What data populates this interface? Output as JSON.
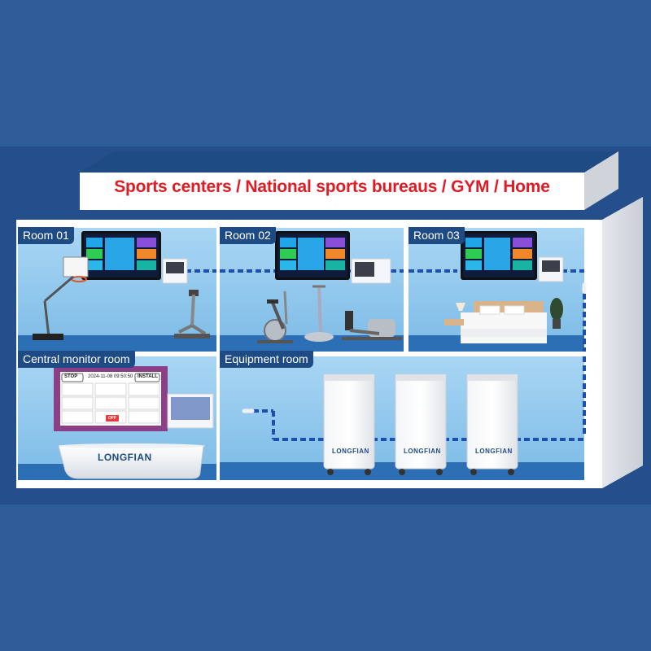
{
  "headline": "Sports centers / National sports bureaus / GYM / Home",
  "rooms": {
    "room1": "Room 01",
    "room2": "Room 02",
    "room3": "Room 03",
    "central": "Central monitor room",
    "equipment": "Equipment room"
  },
  "brand": "LONGFIAN",
  "monitor_panel": {
    "stop_label": "STOP",
    "datetime": "2024-11-08  09:50:50",
    "install_label": "INSTALL",
    "off_label": "OFF"
  },
  "colors": {
    "background": "#2e5c96",
    "wall": "#ffffff",
    "room_fill": "#8fc6ec",
    "floor": "#2d6fb5",
    "headline": "#e01b23",
    "panel_frame": "#8a3f86",
    "pipe": "#1d4fae"
  },
  "icons": [
    "basketball-hoop-icon",
    "stair-climber-icon",
    "exercise-bike-icon",
    "elliptical-icon",
    "recumbent-bike-icon",
    "bed-icon",
    "plant-icon",
    "lamp-icon",
    "oxygen-concentrator-icon",
    "wall-display-icon",
    "control-panel-icon",
    "hyperbaric-chamber-icon"
  ]
}
